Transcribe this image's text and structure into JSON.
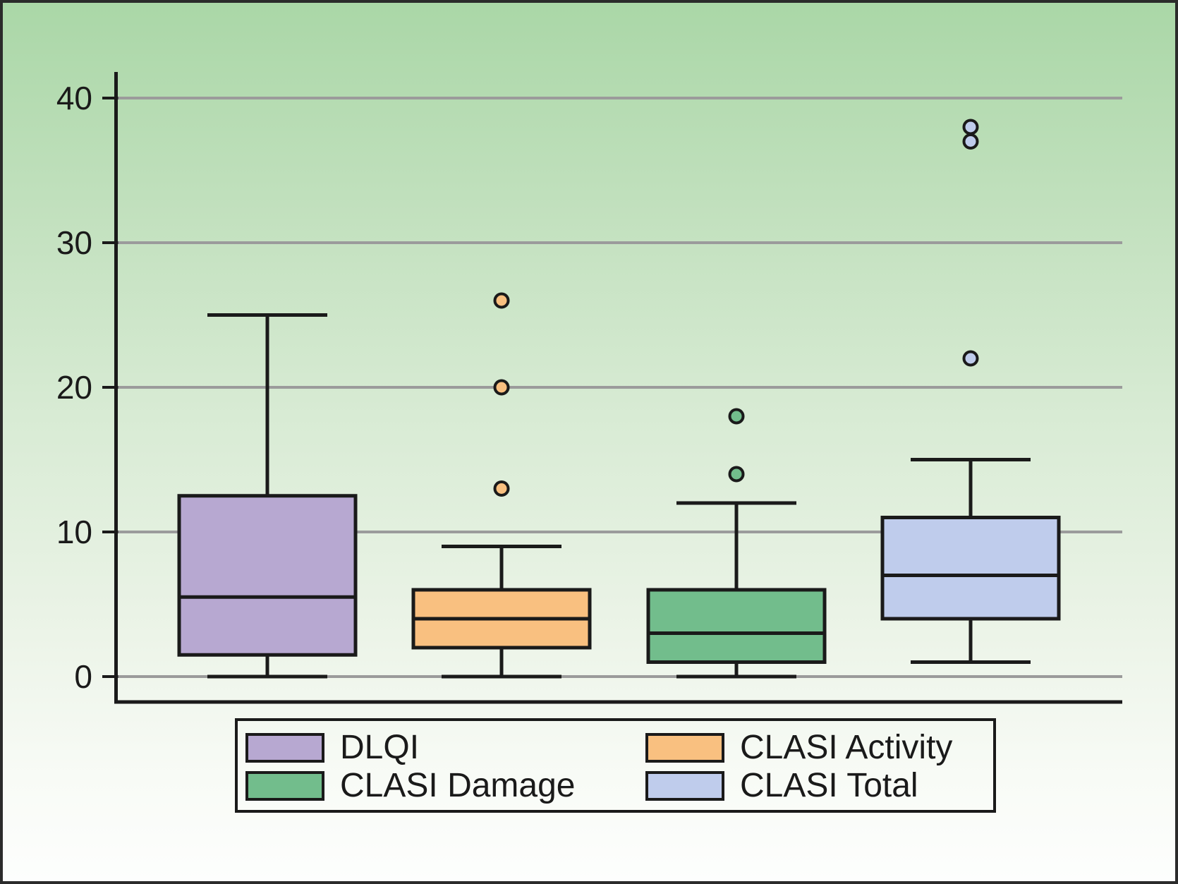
{
  "figure": {
    "border_color": "#2b2b2b",
    "background_top": "#aad7a7",
    "background_bottom": "#fdfefd"
  },
  "chart_data": {
    "type": "boxplot",
    "title": "",
    "xlabel": "",
    "ylabel": "",
    "ylim": [
      0,
      42
    ],
    "yticks": [
      0,
      10,
      20,
      30,
      40
    ],
    "grid": true,
    "gridline_color": "#9b9b9b",
    "axis_color": "#1a1a1a",
    "series": [
      {
        "name": "DLQI",
        "color": "#b7a8d1",
        "min": 0,
        "q1": 1.5,
        "median": 5.5,
        "q3": 12.5,
        "max": 25,
        "outliers": []
      },
      {
        "name": "CLASI Activity",
        "color": "#f9c080",
        "min": 0,
        "q1": 2,
        "median": 4,
        "q3": 6,
        "max": 9,
        "outliers": [
          13,
          20,
          26
        ]
      },
      {
        "name": "CLASI Damage",
        "color": "#72bd8c",
        "min": 0,
        "q1": 1,
        "median": 3,
        "q3": 6,
        "max": 12,
        "outliers": [
          14,
          18
        ]
      },
      {
        "name": "CLASI Total",
        "color": "#bfccec",
        "min": 1,
        "q1": 4,
        "median": 7,
        "q3": 11,
        "max": 15,
        "outliers": [
          22,
          37,
          38
        ]
      }
    ],
    "legend_position": "bottom"
  },
  "legend": {
    "items": [
      {
        "label": "DLQI",
        "color": "#b7a8d1"
      },
      {
        "label": "CLASI Activity",
        "color": "#f9c080"
      },
      {
        "label": "CLASI Damage",
        "color": "#72bd8c"
      },
      {
        "label": "CLASI Total",
        "color": "#bfccec"
      }
    ]
  }
}
